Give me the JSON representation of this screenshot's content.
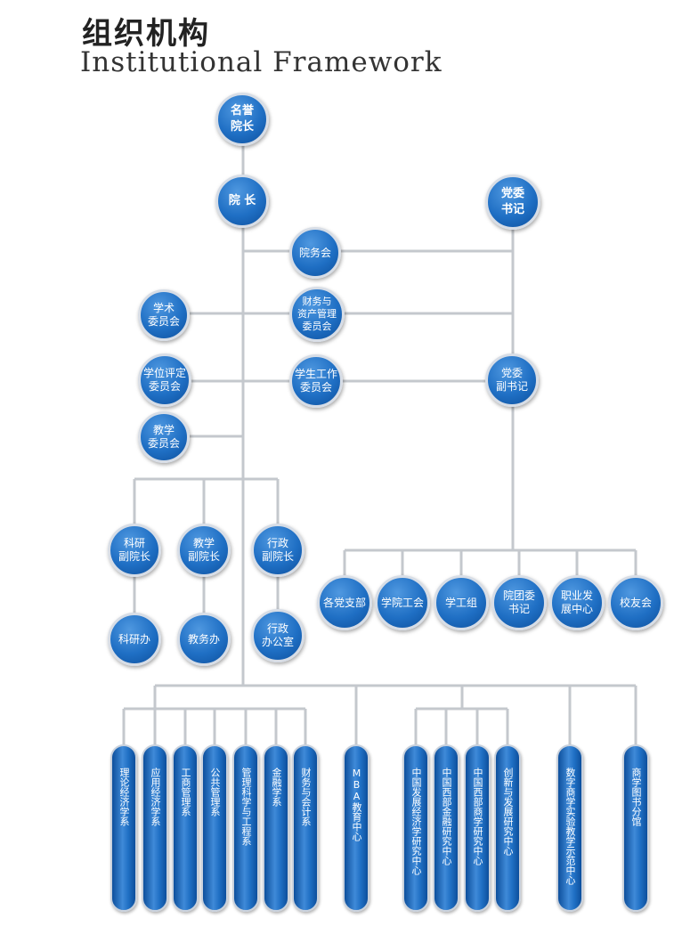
{
  "title": {
    "cn": "组织机构",
    "en": "Institutional Framework"
  },
  "nodes": {
    "honorary_dean": "名誉\n院长",
    "dean": "院 长",
    "party_secretary": "党委\n书记",
    "dean_affairs": "院务会",
    "academic_committee": "学术\n委员会",
    "finance_committee": "财务与\n资产管理\n委员会",
    "degree_committee": "学位评定\n委员会",
    "student_committee": "学生工作\n委员会",
    "deputy_party_secretary": "党委\n副书记",
    "teaching_committee": "教学\n委员会",
    "vp_research": "科研\n副院长",
    "vp_teaching": "教学\n副院长",
    "vp_admin": "行政\n副院长",
    "research_office": "科研办",
    "teaching_office": "教务办",
    "admin_office": "行政\n办公室",
    "party_branches": "各党支部",
    "union": "学院工会",
    "student_work_group": "学工组",
    "youth_league": "院团委\n书记",
    "career_center": "职业发\n展中心",
    "alumni": "校友会"
  },
  "departments": [
    "理论经济学系",
    "应用经济学系",
    "工商管理系",
    "公共管理系",
    "管理科学与工程系",
    "金融学系",
    "财务与会计系",
    "MBA教育中心",
    "中国发展经济学研究中心",
    "中国西部金融研究中心",
    "中国西部商学研究中心",
    "创新与发展研究中心",
    "数字商学实验教学示范中心",
    "商学图书分馆"
  ]
}
